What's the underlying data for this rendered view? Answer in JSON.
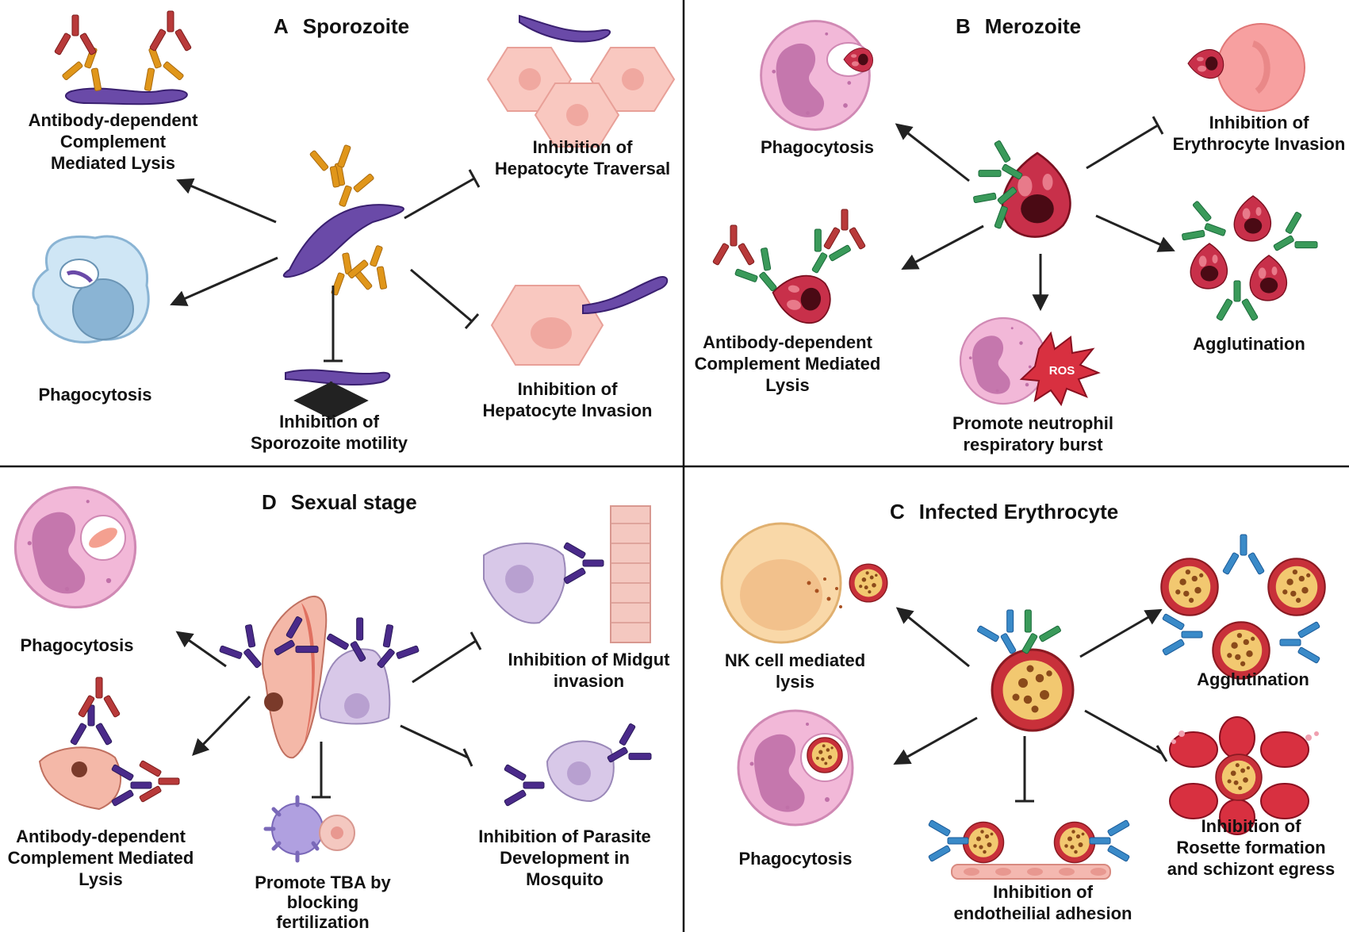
{
  "panels": {
    "A": {
      "letter": "A",
      "title": "Sporozoite",
      "labels": {
        "adcml": [
          "Antibody-dependent",
          "Complement",
          "Mediated Lysis"
        ],
        "phago": [
          "Phagocytosis"
        ],
        "motility": [
          "Inhibition of",
          "Sporozoite motility"
        ],
        "traversal": [
          "Inhibition of",
          "Hepatocyte Traversal"
        ],
        "invasion": [
          "Inhibition of",
          "Hepatocyte Invasion"
        ]
      }
    },
    "B": {
      "letter": "B",
      "title": "Merozoite",
      "labels": {
        "phago": [
          "Phagocytosis"
        ],
        "ery_inv": [
          "Inhibition of",
          "Erythrocyte Invasion"
        ],
        "adcml": [
          "Antibody-dependent",
          "Complement Mediated",
          "Lysis"
        ],
        "burst": [
          "Promote neutrophil",
          "respiratory burst"
        ],
        "agglut": [
          "Agglutination"
        ],
        "ros": "ROS"
      }
    },
    "C": {
      "letter": "C",
      "title": "Infected Erythrocyte",
      "labels": {
        "nk": [
          "NK cell mediated",
          "lysis"
        ],
        "agglut": [
          "Agglutination"
        ],
        "phago": [
          "Phagocytosis"
        ],
        "endo": [
          "Inhibition of",
          "endotheilial adhesion"
        ],
        "rosette": [
          "Inhibition of",
          "Rosette formation",
          "and schizont egress"
        ]
      }
    },
    "D": {
      "letter": "D",
      "title": "Sexual stage",
      "labels": {
        "phago": [
          "Phagocytosis"
        ],
        "midgut": [
          "Inhibition of Midgut",
          "invasion"
        ],
        "adcml": [
          "Antibody-dependent",
          "Complement Mediated",
          "Lysis"
        ],
        "tba": [
          "Promote TBA by",
          "blocking",
          "fertilization"
        ],
        "mosquito": [
          "Inhibition of Parasite",
          "Development in",
          "Mosquito"
        ]
      }
    }
  },
  "colors": {
    "sporozoite": "#6a4aa8",
    "antibody_orange": "#e0961a",
    "antibody_red": "#b83a3a",
    "antibody_green": "#3a9a5a",
    "antibody_blue": "#3a8ac8",
    "antibody_purple": "#4a2a8a",
    "neutrophil": "#f2b8d8",
    "nucleus": "#c070a8",
    "hepatocyte": "#f9c8c0",
    "merozoite": "#c8304a",
    "erythrocyte": "#d83040",
    "macrophage": "#cfe6f5",
    "nk_cell": "#f9d8a8",
    "epithelium": "#d8c8e8",
    "arrow": "#222222"
  }
}
